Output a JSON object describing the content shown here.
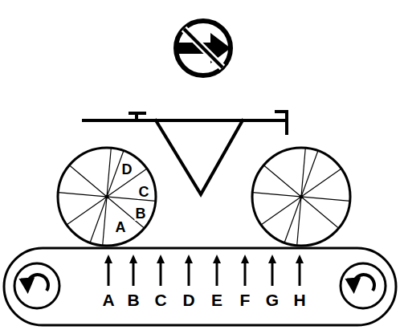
{
  "diagram": {
    "labels": [
      "D",
      "C",
      "B",
      "A",
      "A",
      "B",
      "C",
      "D",
      "E",
      "F",
      "G",
      "H"
    ]
  }
}
